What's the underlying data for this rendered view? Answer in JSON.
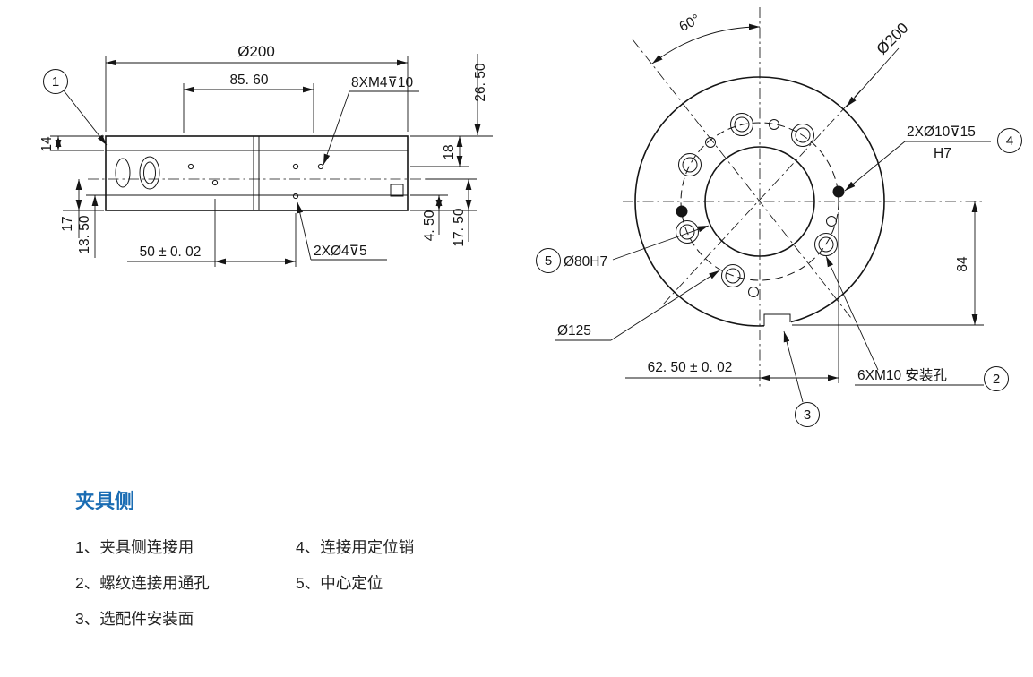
{
  "accent_color": "#1a6cb3",
  "side_view": {
    "balloon": "1",
    "dims": {
      "overall_dia": "Ø200",
      "width_8560": "85. 60",
      "thread_callout": "8XM4⊽10",
      "h_2650": "26. 50",
      "h_18": "18",
      "h_14": "14",
      "h_17": "17",
      "h_1350": "13. 50",
      "w_50": "50 ± 0. 02",
      "hole_callout": "2XØ4⊽5",
      "h_450": "4. 50",
      "h_1750": "17. 50"
    }
  },
  "front_view": {
    "balloons": {
      "b2": "2",
      "b3": "3",
      "b4": "4",
      "b5": "5"
    },
    "dims": {
      "angle_60": "60°",
      "outer_dia": "Ø200",
      "pin_callout_line1": "2XØ10⊽15",
      "pin_callout_line2": "H7",
      "bore_dia": "Ø80H7",
      "bolt_circle_dia": "Ø125",
      "h_84": "84",
      "w_6250": "62. 50 ± 0. 02",
      "mount_callout": "6XM10 安装孔"
    }
  },
  "legend": {
    "title": "夹具侧",
    "items": [
      {
        "label": "1、夹具侧连接用"
      },
      {
        "label": "2、螺纹连接用通孔"
      },
      {
        "label": "3、选配件安装面"
      },
      {
        "label": "4、连接用定位销"
      },
      {
        "label": "5、中心定位"
      }
    ]
  }
}
